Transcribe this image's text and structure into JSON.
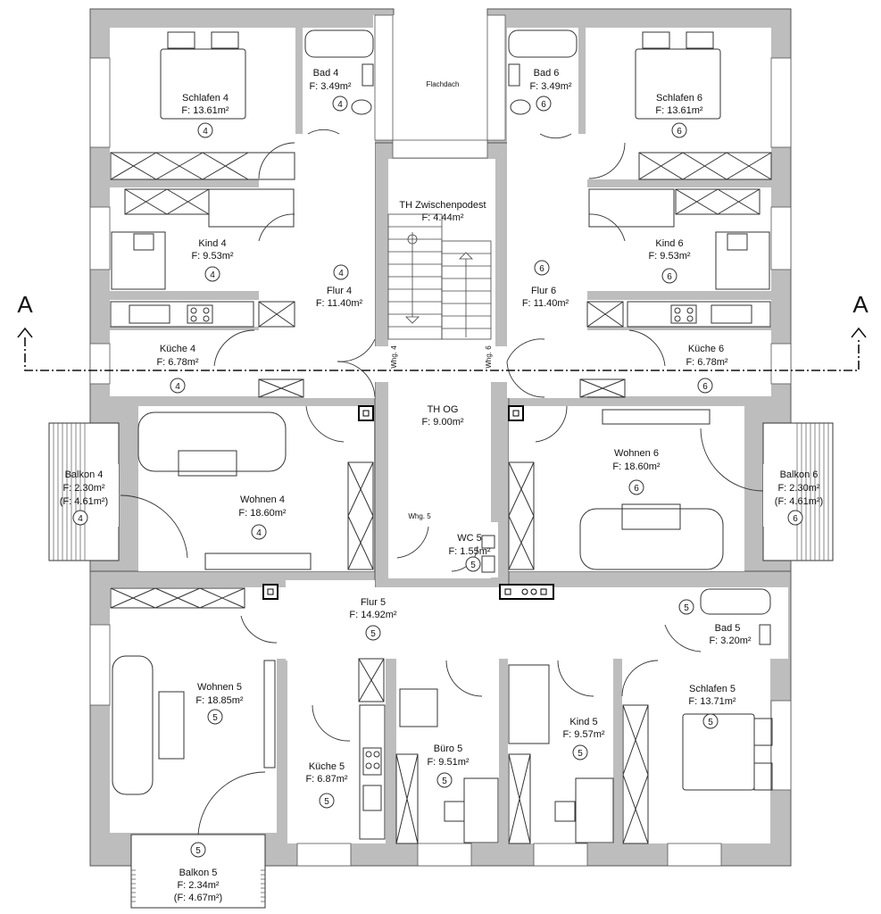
{
  "section_marker": {
    "letter": "A"
  },
  "rooms": {
    "schlafen4": {
      "name": "Schlafen 4",
      "area": "F: 13.61m²",
      "unit": "4"
    },
    "bad4": {
      "name": "Bad 4",
      "area": "F: 3.49m²",
      "unit": "4"
    },
    "flachdach": {
      "name": "Flachdach"
    },
    "bad6": {
      "name": "Bad 6",
      "area": "F: 3.49m²",
      "unit": "6"
    },
    "schlafen6": {
      "name": "Schlafen 6",
      "area": "F: 13.61m²",
      "unit": "6"
    },
    "th_zwischenpodest": {
      "name": "TH Zwischenpodest",
      "area": "F: 4.44m²"
    },
    "kind4": {
      "name": "Kind 4",
      "area": "F: 9.53m²",
      "unit": "4"
    },
    "kind6": {
      "name": "Kind 6",
      "area": "F: 9.53m²",
      "unit": "6"
    },
    "flur4": {
      "name": "Flur 4",
      "area": "F: 11.40m²",
      "unit": "4"
    },
    "flur6": {
      "name": "Flur 6",
      "area": "F: 11.40m²",
      "unit": "6"
    },
    "kueche4": {
      "name": "Küche 4",
      "area": "F: 6.78m²",
      "unit": "4"
    },
    "kueche6": {
      "name": "Küche 6",
      "area": "F: 6.78m²",
      "unit": "6"
    },
    "th_og": {
      "name": "TH OG",
      "area": "F: 9.00m²"
    },
    "balkon4": {
      "name": "Balkon 4",
      "area": "F: 2.30m²",
      "area_full": "(F: 4.61m²)",
      "unit": "4"
    },
    "wohnen4": {
      "name": "Wohnen 4",
      "area": "F: 18.60m²",
      "unit": "4"
    },
    "wohnen6": {
      "name": "Wohnen 6",
      "area": "F: 18.60m²",
      "unit": "6"
    },
    "balkon6": {
      "name": "Balkon 6",
      "area": "F: 2.30m²",
      "area_full": "(F: 4.61m²)",
      "unit": "6"
    },
    "wc5": {
      "name": "WC 5",
      "area": "F: 1.55m²",
      "unit": "5"
    },
    "flur5": {
      "name": "Flur 5",
      "area": "F: 14.92m²",
      "unit": "5"
    },
    "bad5": {
      "name": "Bad 5",
      "area": "F: 3.20m²",
      "unit": "5"
    },
    "wohnen5": {
      "name": "Wohnen 5",
      "area": "F: 18.85m²",
      "unit": "5"
    },
    "kueche5": {
      "name": "Küche 5",
      "area": "F: 6.87m²",
      "unit": "5"
    },
    "buero5": {
      "name": "Büro 5",
      "area": "F: 9.51m²",
      "unit": "5"
    },
    "kind5": {
      "name": "Kind 5",
      "area": "F: 9.57m²",
      "unit": "5"
    },
    "schlafen5": {
      "name": "Schlafen 5",
      "area": "F: 13.71m²",
      "unit": "5"
    },
    "balkon5": {
      "name": "Balkon 5",
      "area": "F: 2.34m²",
      "area_full": "(F: 4.67m²)",
      "unit": "5"
    }
  },
  "unit_entries": {
    "whg4": "Whg. 4",
    "whg6": "Whg. 6",
    "whg5": "Whg. 5"
  }
}
